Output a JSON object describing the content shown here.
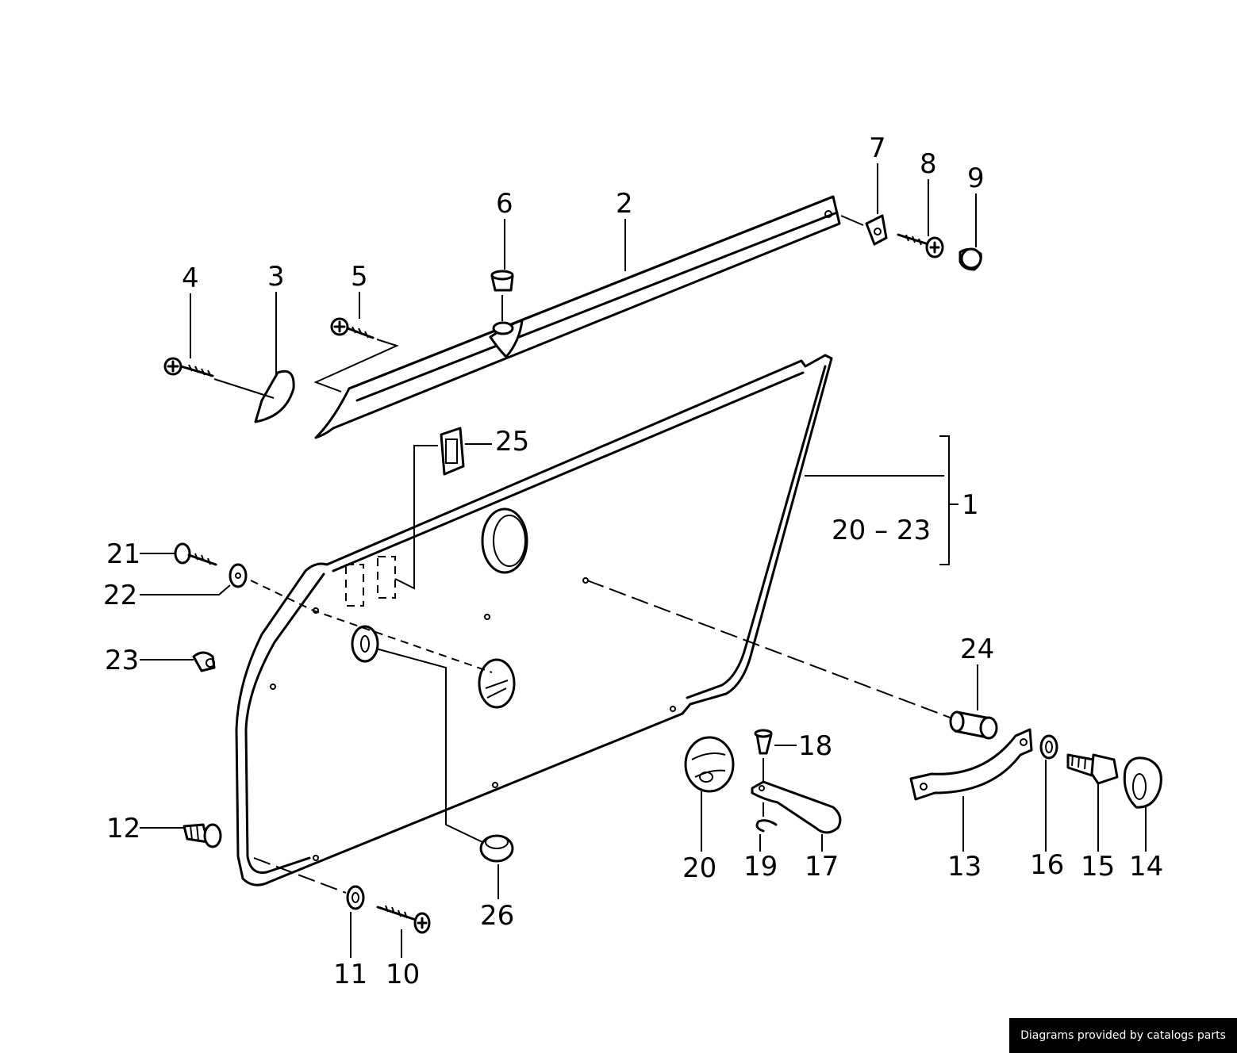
{
  "callouts": {
    "c1": "1",
    "c2": "2",
    "c3": "3",
    "c4": "4",
    "c5": "5",
    "c6": "6",
    "c7": "7",
    "c8": "8",
    "c9": "9",
    "c10": "10",
    "c11": "11",
    "c12": "12",
    "c13": "13",
    "c14": "14",
    "c15": "15",
    "c16": "16",
    "c17": "17",
    "c18": "18",
    "c19": "19",
    "c20": "20",
    "c21": "21",
    "c22": "22",
    "c23": "23",
    "c24": "24",
    "c25": "25",
    "c26": "26",
    "range": "20 – 23"
  },
  "credit": "Diagrams provided by catalogs parts"
}
